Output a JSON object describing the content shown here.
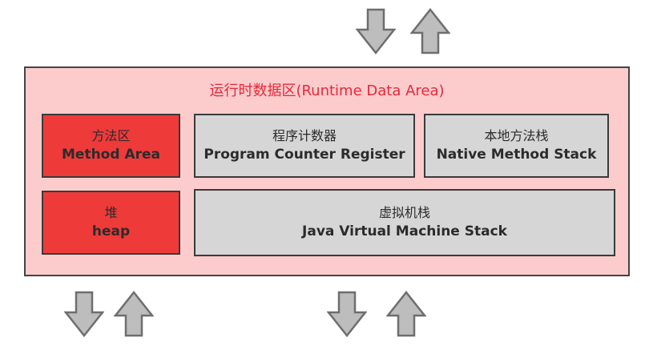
{
  "runtime_area": {
    "title": "运行时数据区(Runtime Data Area)"
  },
  "boxes": {
    "method_area": {
      "cn": "方法区",
      "en": "Method Area"
    },
    "pc_register": {
      "cn": "程序计数器",
      "en": "Program Counter Register"
    },
    "native_stack": {
      "cn": "本地方法栈",
      "en": "Native Method Stack"
    },
    "heap": {
      "cn": "堆",
      "en": "heap"
    },
    "jvm_stack": {
      "cn": "虚拟机栈",
      "en": "Java Virtual Machine Stack"
    }
  },
  "colors": {
    "area_fill": "#fccccc",
    "title_text": "#e8283a",
    "red_box": "#ef3a3a",
    "gray_box": "#d6d6d6",
    "arrow_fill": "#bdbdbd",
    "arrow_stroke": "#6e6e6e"
  },
  "icons": [
    "arrow-down-icon",
    "arrow-up-icon"
  ]
}
